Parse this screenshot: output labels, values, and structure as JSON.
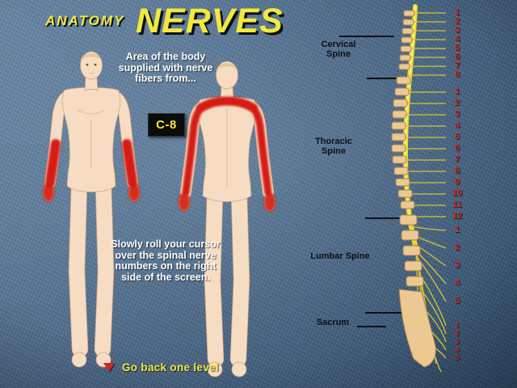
{
  "title": {
    "kicker": "ANATOMY",
    "main": "NERVES"
  },
  "panel": {
    "prompt": "Area of the body supplied with nerve fibers from...",
    "current_nerve": "C-8",
    "instructions": "Slowly roll your cursor over the spinal nerve numbers on the right side of the screen."
  },
  "footer": {
    "back_label": "Go back one level"
  },
  "spine": {
    "region_labels": [
      "Cervical Spine",
      "Thoracic Spine",
      "Lumbar Spine",
      "Sacrum"
    ],
    "cervical_numbers": [
      "1",
      "2",
      "3",
      "4",
      "5",
      "6",
      "7",
      "8"
    ],
    "thoracic_numbers": [
      "1",
      "2",
      "3",
      "4",
      "5",
      "6",
      "7",
      "8",
      "9",
      "10",
      "11",
      "12"
    ],
    "lumbar_numbers": [
      "1",
      "2",
      "3",
      "4",
      "5"
    ],
    "sacral_numbers": [
      "1",
      "2",
      "3",
      "4",
      "5"
    ]
  },
  "colors": {
    "accent_yellow": "#f2e83e",
    "nerve_number_red": "#d62a1e",
    "highlight_red": "#d41f12",
    "background_blue": "#4a6888",
    "bone_tan": "#ecc893",
    "cord_yellow": "#eedd33"
  }
}
